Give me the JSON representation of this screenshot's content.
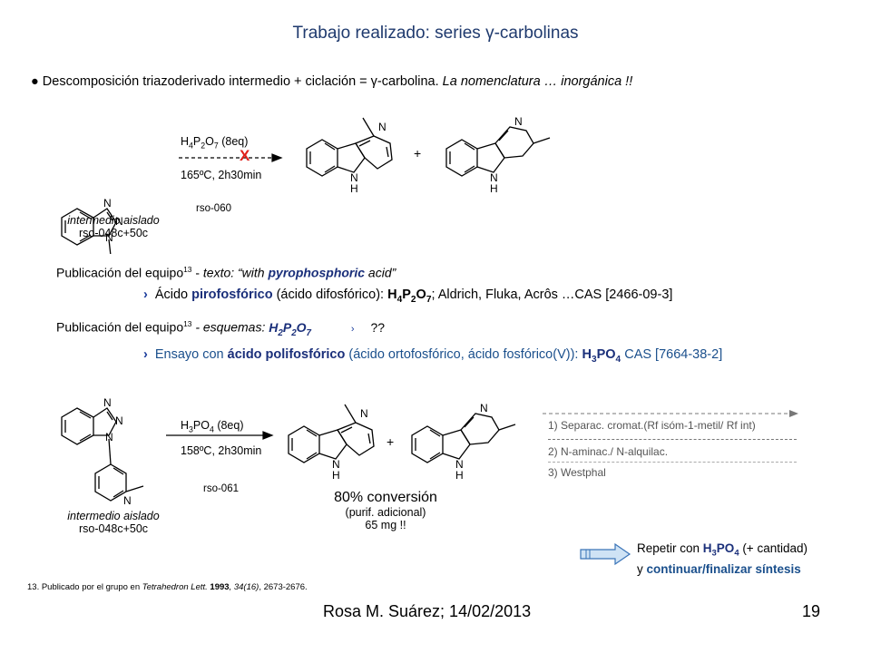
{
  "title": {
    "pre": "Trabajo realizado: series ",
    "gamma": "γ",
    "post": "-carbolinas"
  },
  "bullet": {
    "dot": "●",
    "text": " Descomposición triazoderivado intermedio + ciclación = ",
    "gamma": "γ",
    "text2": "-carbolina. ",
    "italic": "La nomenclatura … inorgánica !!"
  },
  "reaction1": {
    "reagent": "H4P2O7 (8eq)",
    "reagent_parts": {
      "a": "H",
      "s1": "4",
      "b": "P",
      "s2": "2",
      "c": "O",
      "s3": "7",
      "d": " (8eq)"
    },
    "x_mark": "X",
    "condition": "165ºC, 2h30min",
    "code": "rso-060",
    "plus": "+",
    "label_italic": "intermedio aislado",
    "label_code": "rso-048c+50c"
  },
  "pub1": {
    "text": "Publicación del equipo",
    "ref": "13",
    "dash": " - ",
    "italic_pre": "texto: “with ",
    "bold_italic": "pyrophosphoric",
    "italic_post": " acid”"
  },
  "acid1": {
    "arrow": "›",
    "pre": "Ácido ",
    "bold": "pirofosfórico",
    "mid": " (ácido difosfórico): ",
    "f": {
      "a": "H",
      "s1": "4",
      "b": "P",
      "s2": "2",
      "c": "O",
      "s3": "7"
    },
    "post": "; Aldrich, Fluka, Acrôs …CAS [2466-09-3]"
  },
  "pub2": {
    "text": "Publicación del equipo",
    "ref": "13",
    "italic_pre": " - esquemas: ",
    "f": {
      "a": "H",
      "s1": "2",
      "b": "P",
      "s2": "2",
      "c": "O",
      "s3": "7"
    },
    "arrow": "›",
    "qq": "??"
  },
  "acid2": {
    "arrow": "›",
    "pre": "Ensayo con ",
    "bold": "ácido polifosfórico",
    "mid": " (ácido ortofosfórico, ácido fosfórico(V)): ",
    "f": {
      "a": "H",
      "s1": "3",
      "b": "PO",
      "s2": "4"
    },
    "post": " CAS [7664-38-2]"
  },
  "reaction2": {
    "reagent_parts": {
      "a": "H",
      "s1": "3",
      "b": "PO",
      "s2": "4",
      "d": " (8eq)"
    },
    "condition": "158ºC, 2h30min",
    "code": "rso-061",
    "plus": "+",
    "label_italic": "intermedio aislado",
    "label_code": "rso-048c+50c",
    "conversion": "80% conversión",
    "purif": "(purif. adicional)",
    "mass": "65 mg !!",
    "steps": [
      "1) Separac. cromat.(Rf isóm-1-metil/ Rf int)",
      "2) N-aminac./ N-alquilac.",
      "3) Westphal"
    ]
  },
  "repeat": {
    "pre": "Repetir con ",
    "f": {
      "a": "H",
      "s1": "3",
      "b": "PO",
      "s2": "4"
    },
    "post": " (+ cantidad)",
    "line2_pre": "y ",
    "line2_bold": "continuar/finalizar síntesis"
  },
  "footnote": {
    "pre": "13. Publicado por el grupo en ",
    "journal": "Tetrahedron Lett.",
    "year": " 1993",
    "vol": ", 34(16)",
    "pages": ", 2673-2676."
  },
  "author": "Rosa M. Suárez; 14/02/2013",
  "page": "19",
  "atoms": {
    "N": "N",
    "H": "H"
  }
}
